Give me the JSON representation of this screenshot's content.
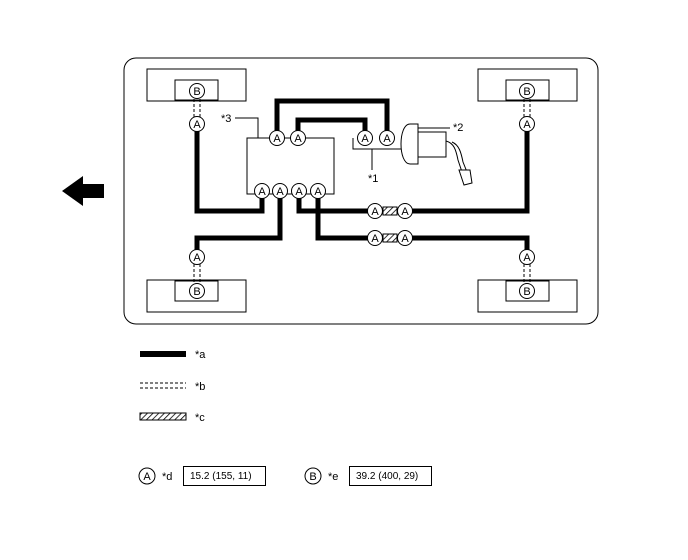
{
  "callouts": {
    "c1": "*1",
    "c2": "*2",
    "c3": "*3"
  },
  "markers": {
    "a": "A",
    "b": "B"
  },
  "legend": {
    "a": "*a",
    "b": "*b",
    "c": "*c"
  },
  "torque": {
    "a_symbol": "A",
    "a_label": "*d",
    "a_value": "15.2 (155, 11)",
    "b_symbol": "B",
    "b_label": "*e",
    "b_value": "39.2 (400, 29)"
  },
  "icons": {
    "direction": "front-arrow-left-icon"
  }
}
